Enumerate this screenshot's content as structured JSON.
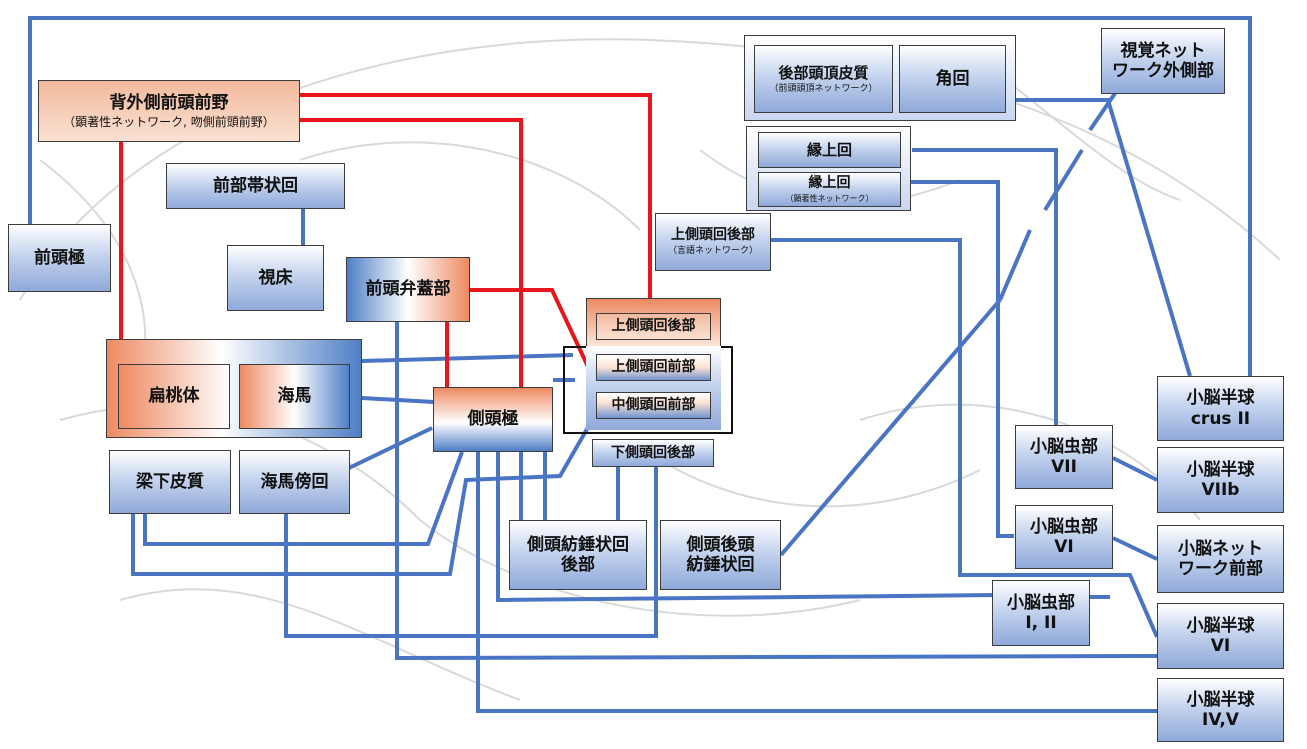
{
  "nodes": {
    "dlpfc": {
      "label": "背外側前頭前野",
      "sub": "（顕著性ネットワーク, 吻側前頭前野）"
    },
    "acc": {
      "label": "前部帯状回"
    },
    "frontal_pole": {
      "label": "前頭極"
    },
    "thalamus": {
      "label": "視床"
    },
    "operculum": {
      "label": "前頭弁蓋部"
    },
    "amygdala": {
      "label": "扁桃体"
    },
    "hippocampus": {
      "label": "海馬"
    },
    "temporal_pole": {
      "label": "側頭極"
    },
    "subcallosal": {
      "label": "梁下皮質"
    },
    "parahippocampal": {
      "label": "海馬傍回"
    },
    "stg_post": {
      "label": "上側頭回後部"
    },
    "stg_ant": {
      "label": "上側頭回前部"
    },
    "mtg_ant": {
      "label": "中側頭回前部"
    },
    "itg_post": {
      "label": "下側頭回後部"
    },
    "fusiform_post": {
      "label": "側頭紡錘状回",
      "label2": "後部"
    },
    "occipitotemporal_fusiform": {
      "label": "側頭後頭",
      "label2": "紡錘状回"
    },
    "post_parietal": {
      "label": "後部頭頂皮質",
      "sub": "（前頭頭頂ネットワーク）"
    },
    "angular": {
      "label": "角回"
    },
    "supramarginal": {
      "label": "縁上回"
    },
    "supramarginal_salience": {
      "label": "縁上回",
      "sub": "（顕著性ネットワーク）"
    },
    "stg_post_language": {
      "label": "上側頭回後部",
      "sub": "（言語ネットワーク）"
    },
    "visual_lateral": {
      "label": "視覚ネット",
      "label2": "ワーク外側部"
    },
    "crus2": {
      "label": "小脳半球",
      "label2": "crus II"
    },
    "vermis7": {
      "label": "小脳虫部",
      "label2": "VII"
    },
    "h7b": {
      "label": "小脳半球",
      "label2": "VIIb"
    },
    "vermis6": {
      "label": "小脳虫部",
      "label2": "VI"
    },
    "cereb_ant": {
      "label": "小脳ネット",
      "label2": "ワーク前部"
    },
    "vermis12": {
      "label": "小脳虫部",
      "label2": "I, II"
    },
    "h6": {
      "label": "小脳半球",
      "label2": "VI"
    },
    "h45": {
      "label": "小脳半球",
      "label2": "IV,V"
    }
  },
  "colors": {
    "blue_line": "#4a74c4",
    "red_line": "#e8161b",
    "blue_fill": "#8fa9d9",
    "orange_fill": "#ee8a62"
  }
}
